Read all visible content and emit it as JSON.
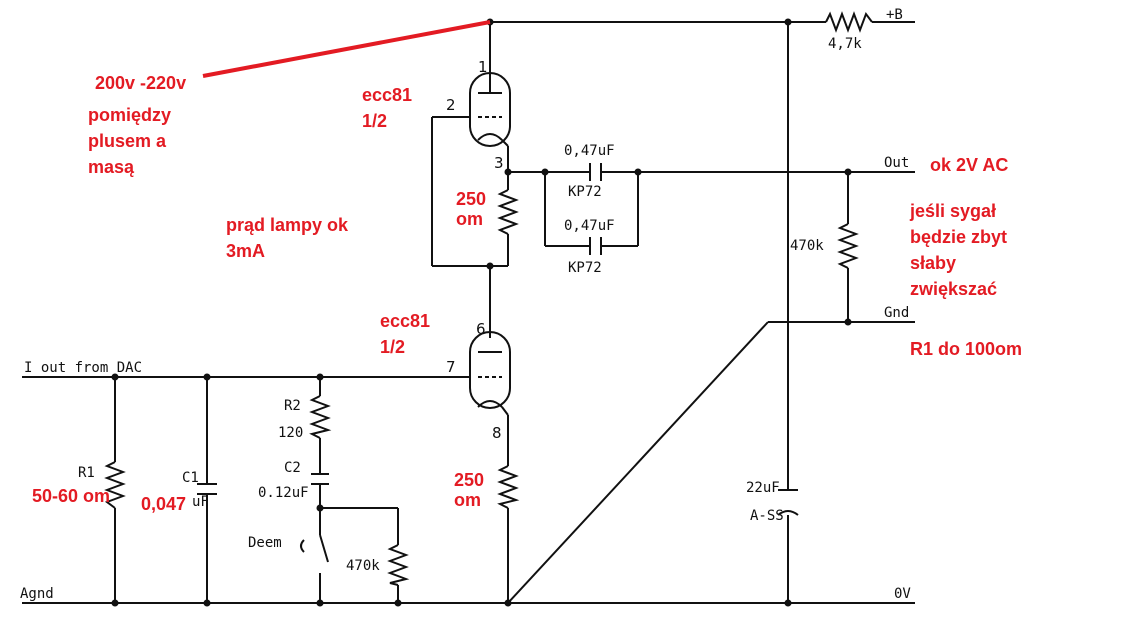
{
  "schematic": {
    "supply_label": "+B",
    "supply_resistor": "4,7k",
    "output_label": "Out",
    "gnd_label": "Gnd",
    "zero_v_label": "0V",
    "input_label": "I out from DAC",
    "agnd_label": "Agnd",
    "coupling_cap_top": "0,47uF",
    "coupling_cap_top_type": "KP72",
    "coupling_cap_bottom": "0,47uF",
    "coupling_cap_bottom_type": "KP72",
    "output_resistor": "470k",
    "psu_cap_value": "22uF",
    "psu_cap_type": "A-SS",
    "r1_label": "R1",
    "c1_label": "C1",
    "c1_fragment": "uF",
    "r2_label": "R2",
    "r2_value": "120",
    "c2_label": "C2",
    "c2_value": "0.12uF",
    "deem_label": "Deem",
    "deem_resistor": "470k",
    "tube_top_pins": [
      "1",
      "2",
      "3"
    ],
    "tube_bottom_pins": [
      "6",
      "7",
      "8"
    ]
  },
  "annotations": {
    "supply_voltage": "200v -220v",
    "supply_desc": [
      "pomiędzy",
      "plusem a",
      "masą"
    ],
    "tube_top": [
      "ecc81",
      "1/2"
    ],
    "tube_bottom": [
      "ecc81",
      "1/2"
    ],
    "current": [
      "prąd lampy ok",
      "3mA"
    ],
    "r_top": [
      "250",
      "om"
    ],
    "r_bottom": [
      "250",
      "om"
    ],
    "output_level": "ok 2V AC",
    "weak_signal": [
      "jeśli sygał",
      "będzie zbyt",
      "słaby",
      "zwiększać"
    ],
    "r1_hint": "R1 do 100om",
    "r1_value": "50-60 om",
    "c1_value": "0,047",
    "colors": {
      "annotation": "#e31b23",
      "wire": "#111111"
    }
  }
}
